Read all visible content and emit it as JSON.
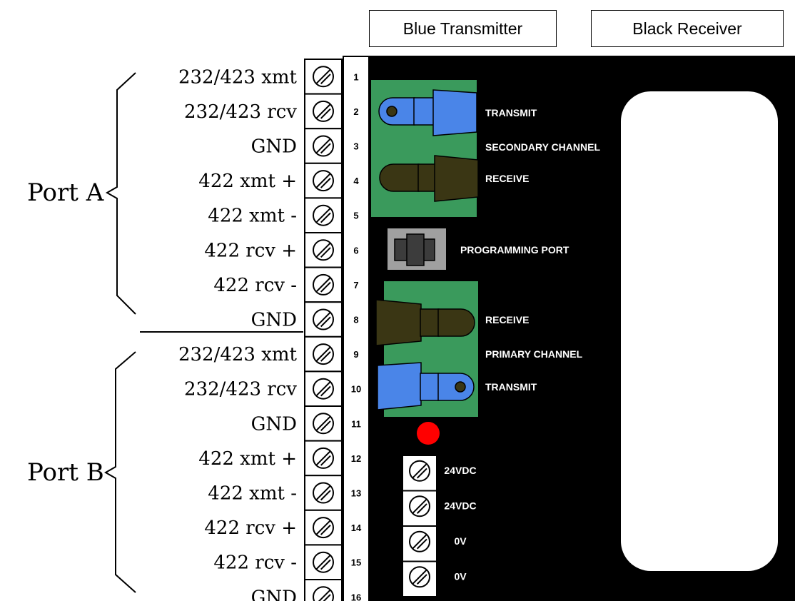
{
  "headers": {
    "transmitter": "Blue Transmitter",
    "receiver": "Black Receiver"
  },
  "ports": {
    "a": "Port A",
    "b": "Port B"
  },
  "terminals": [
    {
      "num": "1",
      "label": "232/423 xmt"
    },
    {
      "num": "2",
      "label": "232/423 rcv"
    },
    {
      "num": "3",
      "label": "GND"
    },
    {
      "num": "4",
      "label": "422 xmt +"
    },
    {
      "num": "5",
      "label": "422 xmt -"
    },
    {
      "num": "6",
      "label": "422 rcv +"
    },
    {
      "num": "7",
      "label": "422 rcv -"
    },
    {
      "num": "8",
      "label": "GND"
    },
    {
      "num": "9",
      "label": "232/423 xmt"
    },
    {
      "num": "10",
      "label": "232/423 rcv"
    },
    {
      "num": "11",
      "label": "GND"
    },
    {
      "num": "12",
      "label": "422 xmt +"
    },
    {
      "num": "13",
      "label": "422 xmt -"
    },
    {
      "num": "14",
      "label": "422 rcv +"
    },
    {
      "num": "15",
      "label": "422 rcv -"
    },
    {
      "num": "16",
      "label": "GND"
    }
  ],
  "board": {
    "secondary_transmit": "TRANSMIT",
    "secondary_channel": "SECONDARY CHANNEL",
    "secondary_receive": "RECEIVE",
    "programming_port": "PROGRAMMING PORT",
    "primary_receive": "RECEIVE",
    "primary_channel": "PRIMARY CHANNEL",
    "primary_transmit": "TRANSMIT"
  },
  "power": [
    {
      "label": "24VDC"
    },
    {
      "label": "24VDC"
    },
    {
      "label": "0V"
    },
    {
      "label": "0V"
    }
  ],
  "colors": {
    "board": "#000000",
    "pcb_green": "#3a9a5c",
    "transmitter_blue": "#4a85e8",
    "receiver_dark": "#3a3614",
    "indicator_led": "#ff0000",
    "port_gray": "#a0a0a0"
  }
}
